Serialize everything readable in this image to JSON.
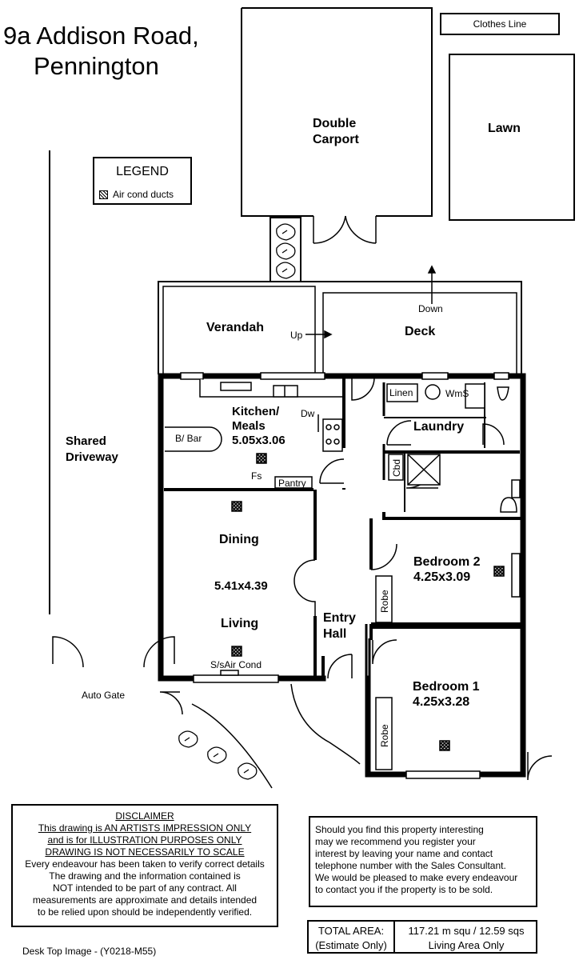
{
  "title": {
    "line1": "9a Addison Road,",
    "line2": "Pennington"
  },
  "legend": {
    "title": "LEGEND",
    "item": "Air cond ducts"
  },
  "labels": {
    "clothes_line": "Clothes Line",
    "double": "Double",
    "carport": "Carport",
    "lawn": "Lawn",
    "verandah": "Verandah",
    "up": "Up",
    "down": "Down",
    "deck": "Deck",
    "kitchen": "Kitchen/",
    "meals": "Meals",
    "kitchen_size": "5.05x3.06",
    "dw": "Dw",
    "fs": "Fs",
    "pantry": "Pantry",
    "bbar": "B/ Bar",
    "linen": "Linen",
    "wms": "WmS",
    "laundry": "Laundry",
    "cbd": "Cbd",
    "shared": "Shared",
    "driveway": "Driveway",
    "dining": "Dining",
    "dining_size": "5.41x4.39",
    "living": "Living",
    "aircond": "S/sAir Cond",
    "bed2": "Bedroom 2",
    "bed2_size": "4.25x3.09",
    "bed1": "Bedroom 1",
    "bed1_size": "4.25x3.28",
    "robe": "Robe",
    "entry": "Entry",
    "hall": "Hall",
    "auto_gate": "Auto Gate"
  },
  "disclaimer": {
    "heading": "DISCLAIMER",
    "l1": "This drawing is AN ARTISTS IMPRESSION ONLY",
    "l2": "and is for ILLUSTRATION PURPOSES ONLY",
    "l3": "DRAWING IS NOT NECESSARILY TO SCALE",
    "l4": "Every endeavour has been taken to verify correct details",
    "l5": "The drawing and the information contained is",
    "l6": "NOT intended to be part of any contract. All",
    "l7": "measurements are approximate and details intended",
    "l8": "to be relied upon should be independently verified."
  },
  "note": {
    "l1": "Should you find this property interesting",
    "l2": "may we recommend you register your",
    "l3": "interest by leaving your name and contact",
    "l4": "telephone number with the Sales Consultant.",
    "l5": "We would be pleased to make every endeavour",
    "l6": "to contact you if the property is to be sold."
  },
  "total": {
    "label1": "TOTAL AREA:",
    "label2": "(Estimate Only)",
    "value1": "117.21 m squ /  12.59 sqs",
    "value2": "Living Area Only"
  },
  "footer": "Desk Top Image - (Y0218-M55)"
}
